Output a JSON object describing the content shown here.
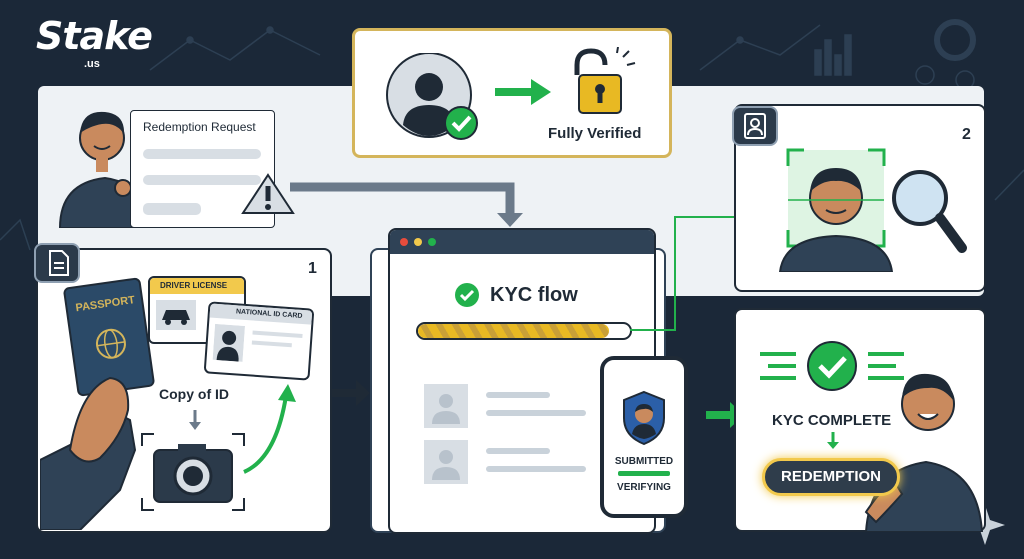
{
  "brand": {
    "name": "Stake",
    "suffix": ".us"
  },
  "verified_card": {
    "label": "Fully Verified"
  },
  "redemption_form": {
    "title": "Redemption Request"
  },
  "id_panel": {
    "step_number": "1",
    "passport_label": "PASSPORT",
    "license_label": "DRIVER LICENSE",
    "national_id_label": "NATIONAL ID CARD",
    "copy_label": "Copy of ID"
  },
  "face_panel": {
    "step_number": "2"
  },
  "kyc_panel": {
    "title": "KYC flow",
    "progress": 0.9
  },
  "phone": {
    "status_top": "SUBMITTED",
    "status_bottom": "VERIFYING"
  },
  "complete_panel": {
    "title": "KYC COMPLETE",
    "button_label": "REDEMPTION"
  },
  "colors": {
    "accent_green": "#22b14c",
    "gold": "#e8b923",
    "navy": "#1f2a36",
    "bg": "#1b2838"
  }
}
